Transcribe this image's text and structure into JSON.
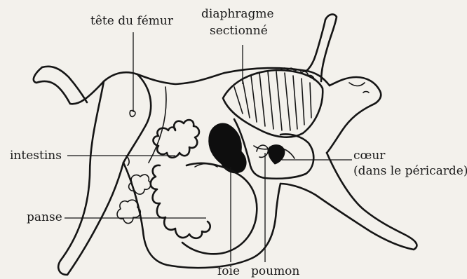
{
  "labels": {
    "femur_head": "tête du fémur",
    "diaphragm_line1": "diaphragme",
    "diaphragm_line2": "sectionné",
    "intestines": "intestins",
    "heart_line1": "cœur",
    "heart_line2": "(dans le péricarde)",
    "rumen": "panse",
    "liver": "foie",
    "lung": "poumon"
  }
}
